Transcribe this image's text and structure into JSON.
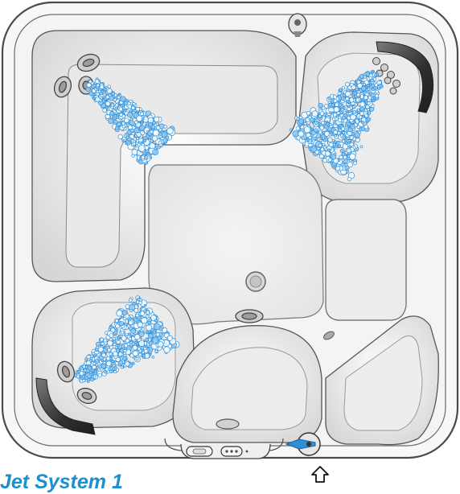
{
  "caption": "Jet System 1",
  "colors": {
    "jet_stream": "#2e8fd8",
    "jet_stream_light": "#8fc6f0",
    "shell": "#f7f7f7",
    "outline": "#4a4a4a",
    "seat_shade": "#dcdcdc",
    "pillow": "#3a3a3a",
    "caption": "#1c8fcf"
  },
  "icons": {
    "top_fitting": "round-valve-icon",
    "front_arrow": "up-arrow-outline-icon",
    "front_control": "diverter-valve-icon",
    "front_panel": "control-panel-icon"
  },
  "jets": [
    {
      "name": "jet-stream-top-left"
    },
    {
      "name": "jet-stream-top-right"
    },
    {
      "name": "jet-stream-bottom-left"
    }
  ]
}
